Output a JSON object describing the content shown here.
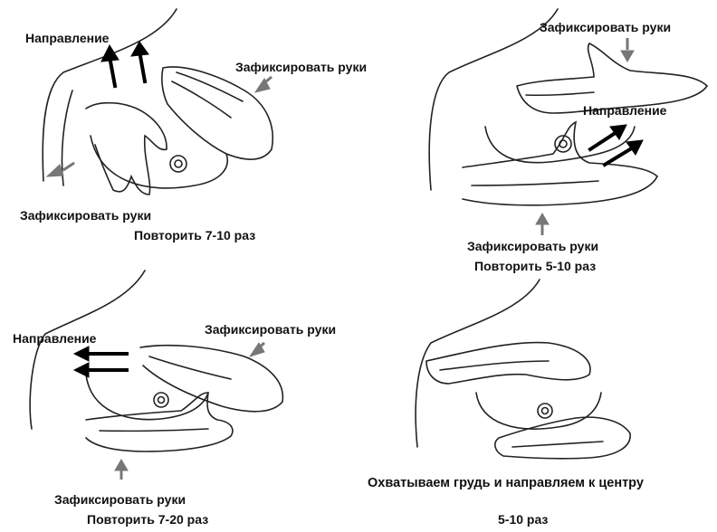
{
  "panels": [
    {
      "direction_label": "Направление",
      "fix_label_top": "Зафиксировать руки",
      "fix_label_bottom": "Зафиксировать руки",
      "repeat_label": "Повторить 7-10 раз"
    },
    {
      "fix_label_top": "Зафиксировать руки",
      "direction_label": "Направление",
      "fix_label_bottom": "Зафиксировать руки",
      "repeat_label": "Повторить 5-10 раз"
    },
    {
      "direction_label": "Направление",
      "fix_label_top": "Зафиксировать руки",
      "fix_label_bottom": "Зафиксировать руки",
      "repeat_label": "Повторить 7-20 раз"
    },
    {
      "caption": "Охватываем грудь и направляем к центру",
      "repeat_label": "5-10 раз"
    }
  ],
  "colors": {
    "line": "#222222",
    "arrow_black": "#000000",
    "arrow_grey": "#777777"
  }
}
